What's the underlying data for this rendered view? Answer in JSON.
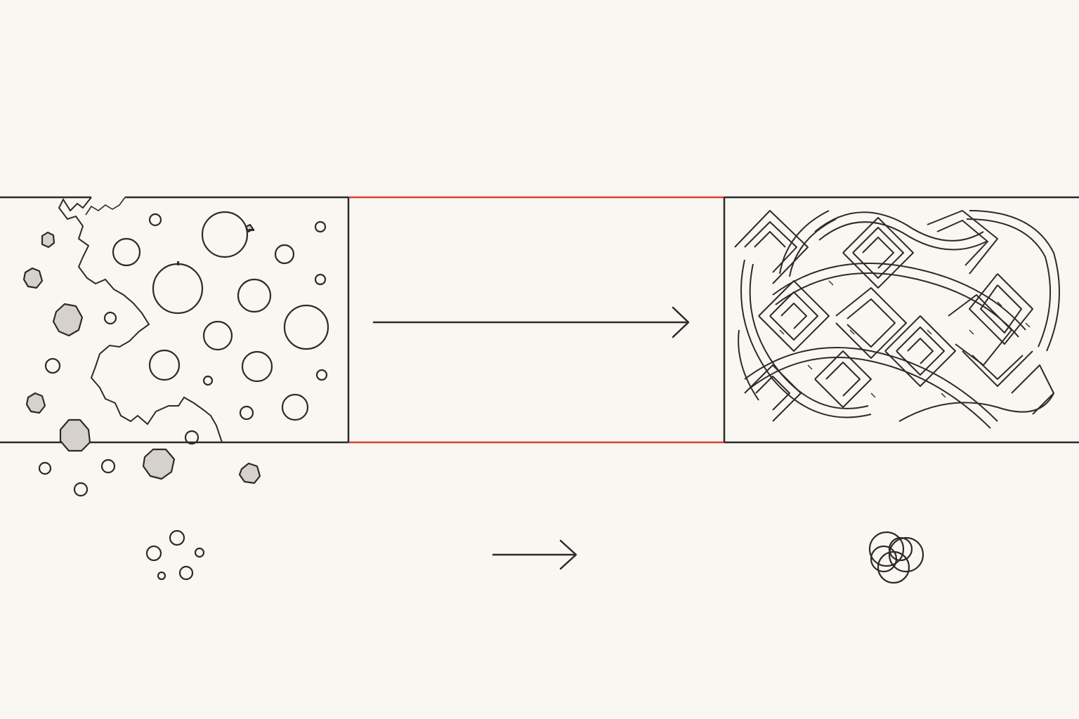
{
  "colors": {
    "background": "#faf6f1",
    "ink": "#2b2b2b",
    "accent": "#d9432a",
    "pebble_fill": "#d6d1cc"
  },
  "panels": [
    {
      "role": "scattered-particles",
      "icon": "scattered-circles-and-pebbles"
    },
    {
      "role": "transition",
      "icon": "long-arrow-right",
      "border_color": "#d9432a"
    },
    {
      "role": "interwoven-knot-pattern",
      "icon": "celtic-knot-weave"
    }
  ],
  "legend_row": [
    {
      "icon": "small-circles-cluster-icon"
    },
    {
      "icon": "short-arrow-right-icon"
    },
    {
      "icon": "overlapping-rings-knot-icon"
    }
  ]
}
